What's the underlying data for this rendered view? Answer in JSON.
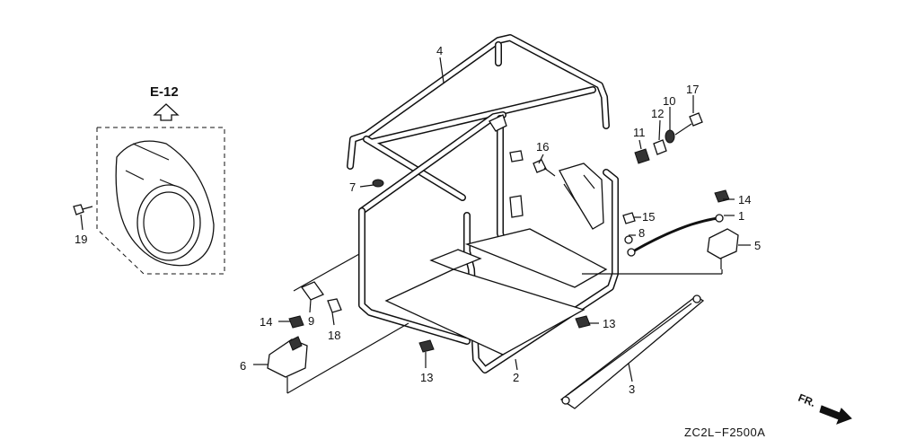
{
  "reference": {
    "section": "E-12"
  },
  "drawing_code": "ZC2L−F2500A",
  "direction": {
    "label": "FR."
  },
  "callouts": {
    "c1": "1",
    "c2": "2",
    "c3": "3",
    "c4": "4",
    "c5": "5",
    "c6": "6",
    "c7": "7",
    "c8": "8",
    "c9": "9",
    "c10": "10",
    "c11": "11",
    "c12": "12",
    "c13a": "13",
    "c13b": "13",
    "c14a": "14",
    "c14b": "14",
    "c15": "15",
    "c16": "16",
    "c17": "17",
    "c18": "18",
    "c19": "19"
  }
}
